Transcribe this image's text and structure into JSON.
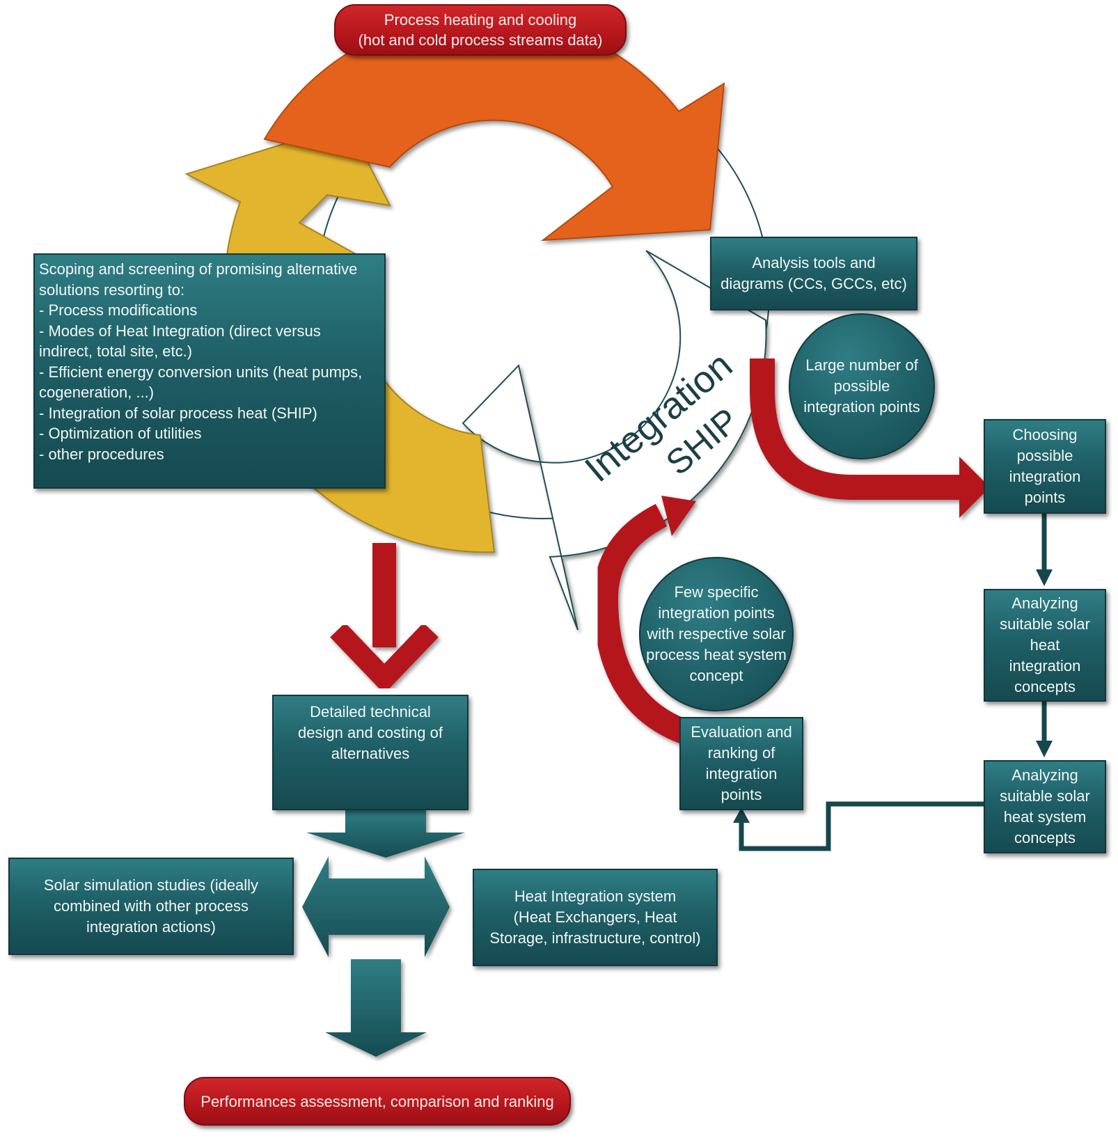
{
  "top_pill": [
    "Process heating and cooling",
    "(hot and cold process streams data)"
  ],
  "bottom_pill": "Performances assessment, comparison and ranking",
  "scoping_box": [
    "Scoping and screening of promising alternative",
    "solutions resorting to:",
    "- Process modifications",
    "- Modes of Heat Integration (direct versus",
    "indirect, total site, etc.)",
    "- Efficient energy conversion units (heat pumps,",
    "cogeneration, ...)",
    "- Integration of solar process heat (SHIP)",
    "- Optimization of utilities",
    "- other procedures"
  ],
  "analysis_box": [
    "Analysis tools and",
    "diagrams (CCs, GCCs, etc)"
  ],
  "large_number_circle": [
    "Large number of",
    "possible",
    "integration points"
  ],
  "choosing_box": [
    "Choosing",
    "possible",
    "integration",
    "points"
  ],
  "analyzing_concepts_box": [
    "Analyzing",
    "suitable solar",
    "heat",
    "integration",
    "concepts"
  ],
  "analyzing_system_box": [
    "Analyzing",
    "suitable solar",
    "heat system",
    "concepts"
  ],
  "evaluation_box": [
    "Evaluation and",
    "ranking of",
    "integration",
    "points"
  ],
  "few_specific_circle": [
    "Few specific",
    "integration points",
    "with respective solar",
    "process heat system",
    "concept"
  ],
  "detailed_box": [
    "Detailed technical",
    "design and costing of",
    "alternatives"
  ],
  "solar_sim_box": [
    "Solar simulation studies (ideally",
    "combined with other process",
    "integration actions)"
  ],
  "heat_integration_box": [
    "Heat Integration system",
    "(Heat Exchangers, Heat",
    "Storage, infrastructure, control)"
  ],
  "cycle_label": [
    "Integration",
    "SHIP"
  ],
  "colors": {
    "teal": "#1f5f66",
    "red": "#b5161c",
    "orange": "#e5621a",
    "yellow": "#e3b52d"
  }
}
